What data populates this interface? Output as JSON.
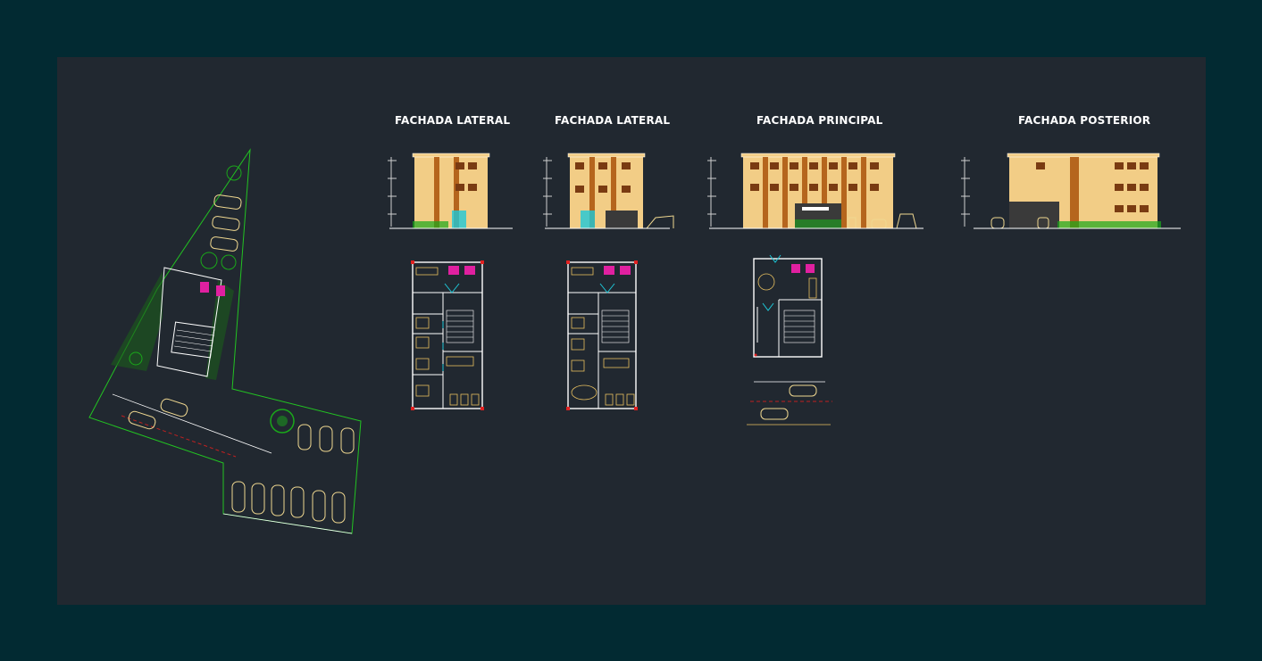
{
  "drawing": {
    "titles": {
      "lateral_left": "FACHADA LATERAL",
      "lateral_right": "FACHADA LATERAL",
      "principal": "FACHADA PRINCIPAL",
      "posterior": "FACHADA POSTERIOR"
    },
    "colors": {
      "canvas_background": "#022a32",
      "model_space": "#212830",
      "facade_wall": "#f2cd86",
      "facade_column": "#b5651d",
      "window": "#7a3b12",
      "site_boundary": "#22c322",
      "vegetation": "#1aa81a",
      "cars": "#f0d890",
      "walls": "#ffffff",
      "doors": "#1ec8d8",
      "furniture": "#e8c060",
      "sanitary": "#e020a0",
      "level_marks": "#d0d0d0"
    },
    "icons": {
      "car": "car-plan-symbol",
      "tree": "tree-symbol",
      "door": "door-swing-symbol",
      "stair": "stair-symbol"
    }
  }
}
